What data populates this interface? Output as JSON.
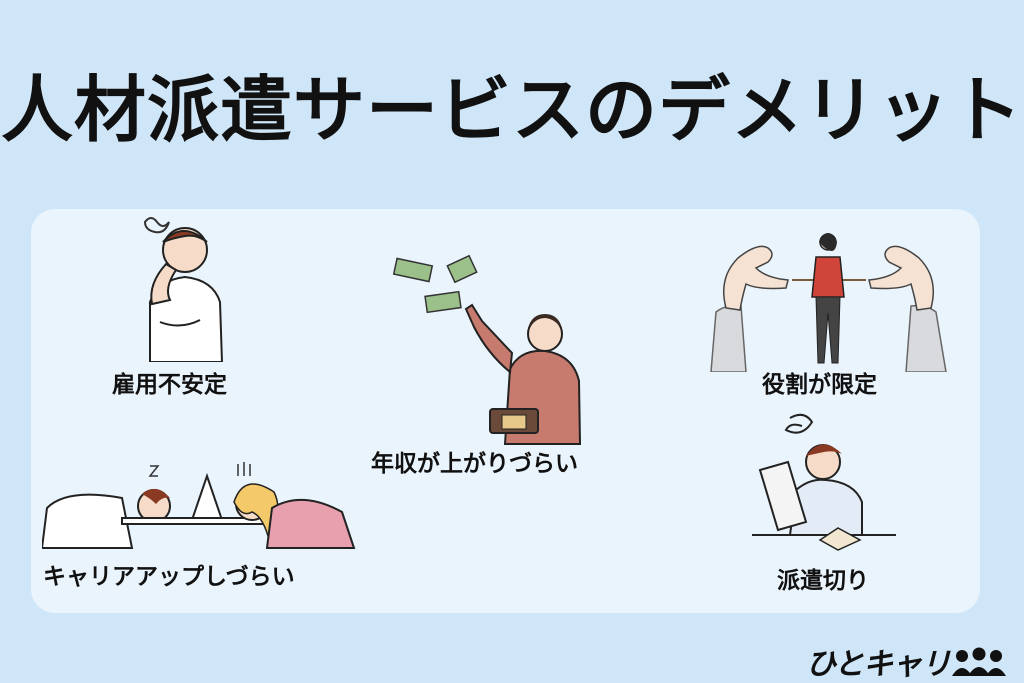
{
  "title": "人材派遣サービスのデメリット",
  "items": [
    {
      "label": "雇用不安定",
      "illustration": "stressed-man"
    },
    {
      "label": "年収が上がりづらい",
      "illustration": "money-flying"
    },
    {
      "label": "役割が限定",
      "illustration": "tied-woman"
    },
    {
      "label": "キャリアアップしづらい",
      "illustration": "tired-workers"
    },
    {
      "label": "派遣切り",
      "illustration": "dismissal-letter"
    }
  ],
  "brand": {
    "text": "ひとキャリ",
    "icon": "people-icon"
  }
}
